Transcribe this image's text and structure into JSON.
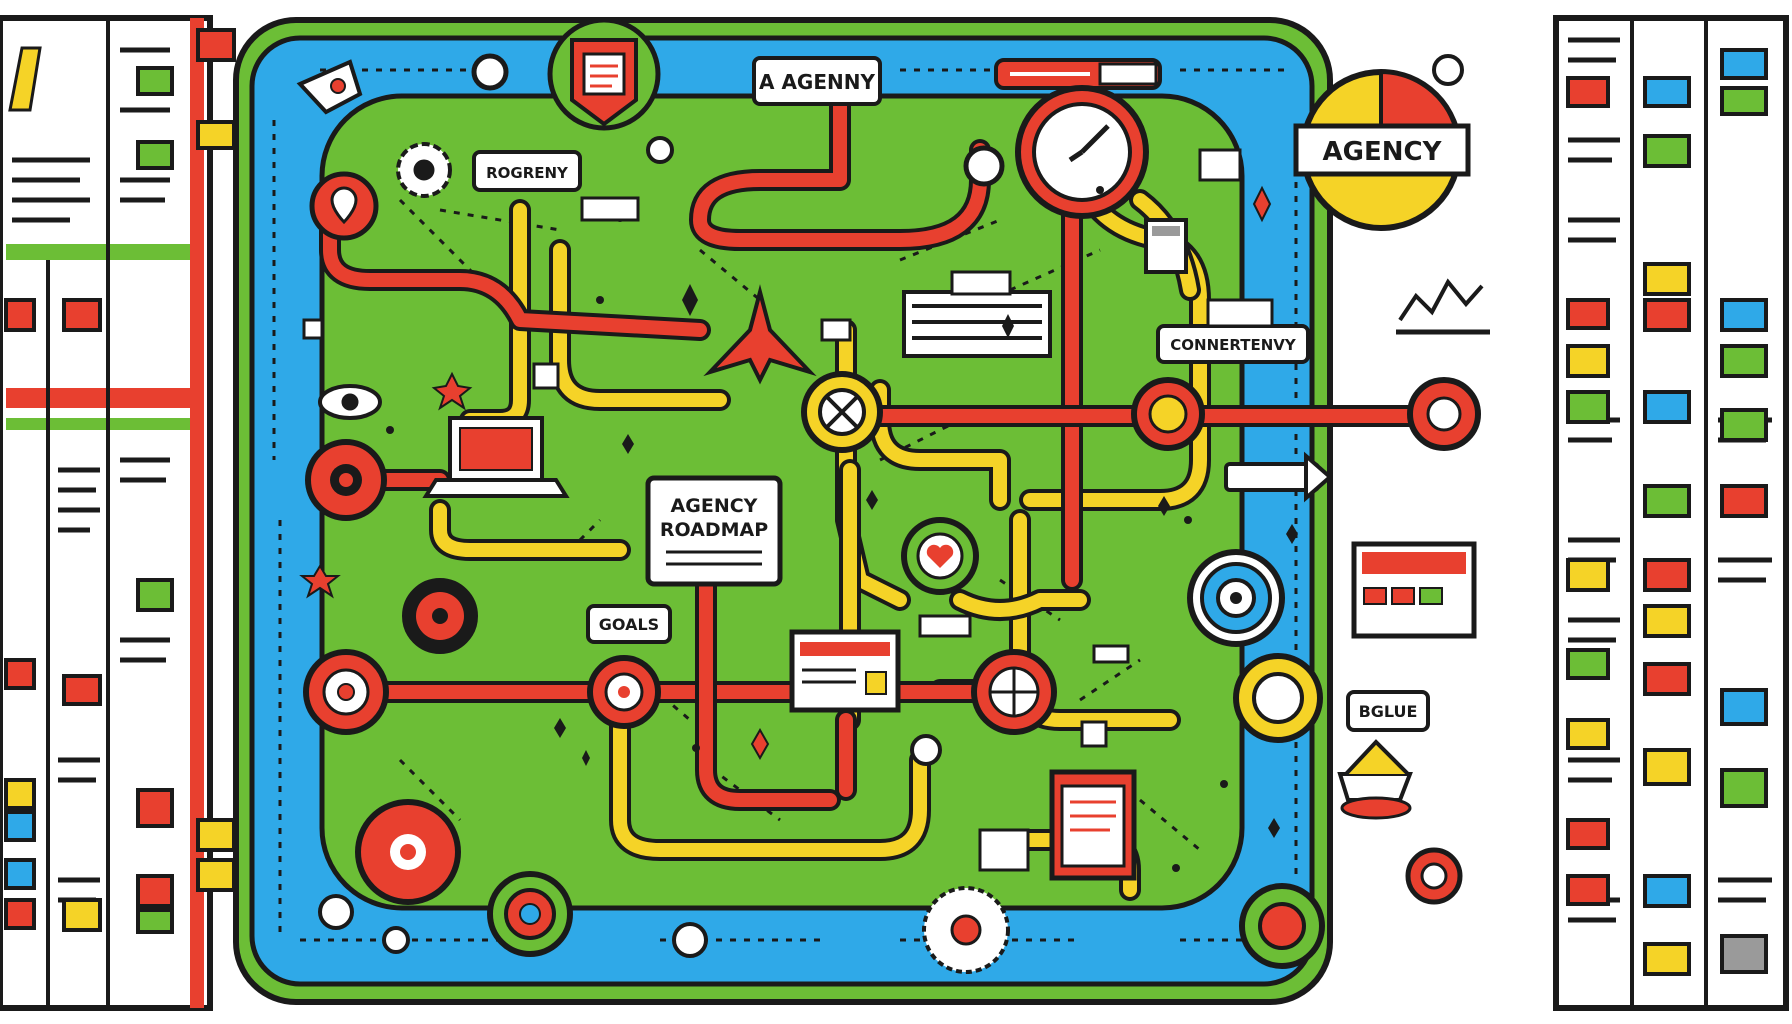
{
  "colors": {
    "black": "#1a1a1a",
    "red": "#e8402f",
    "yellow": "#f5d327",
    "green": "#6cbe36",
    "blue": "#2fa9e8",
    "white": "#ffffff",
    "gray": "#9a9a9a"
  },
  "labels": {
    "top_agency": "A AGENNY",
    "sign_agency": "AGENCY",
    "progress": "ROGRENY",
    "connect": "CONNERTENVY",
    "roadmap_line1": "AGENCY",
    "roadmap_line2": "ROADMAP",
    "goals": "GOALS",
    "value": "BGLUE"
  },
  "icons": [
    "rocket-icon",
    "shield-document-icon",
    "clock-icon",
    "pie-chart-icon",
    "gear-icon",
    "location-pin-icon",
    "airplane-icon",
    "compass-icon",
    "laptop-icon",
    "heart-icon",
    "target-icon",
    "calculator-icon",
    "clipboard-icon",
    "eye-icon",
    "star-icon",
    "bar-chart-icon"
  ]
}
